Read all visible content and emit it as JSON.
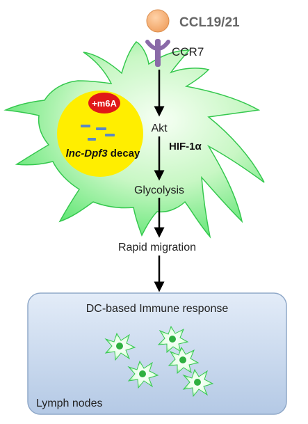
{
  "ligand": {
    "label": "CCL19/21",
    "color": "#f0a060",
    "label_color": "#666666"
  },
  "receptor": {
    "label": "CCR7",
    "color": "#8a6aa8"
  },
  "cell": {
    "fill_light": "#f2fff0",
    "fill_dark": "#3ee05a"
  },
  "pathway": {
    "akt": "Akt",
    "hif": "HIF-1α",
    "glycolysis": "Glycolysis",
    "migration": "Rapid migration"
  },
  "lnc": {
    "badge": "+m6A",
    "name_italic": "lnc-Dpf3",
    "name_rest": " decay",
    "circle_color": "#ffee00",
    "badge_color": "#e01818",
    "dash_color": "#5b88c4"
  },
  "lymph": {
    "title": "DC-based Immune response",
    "label": "Lymph nodes",
    "fill_top": "#dfe9f6",
    "fill_bottom": "#b6cbe6",
    "border": "#8fa8c8"
  }
}
